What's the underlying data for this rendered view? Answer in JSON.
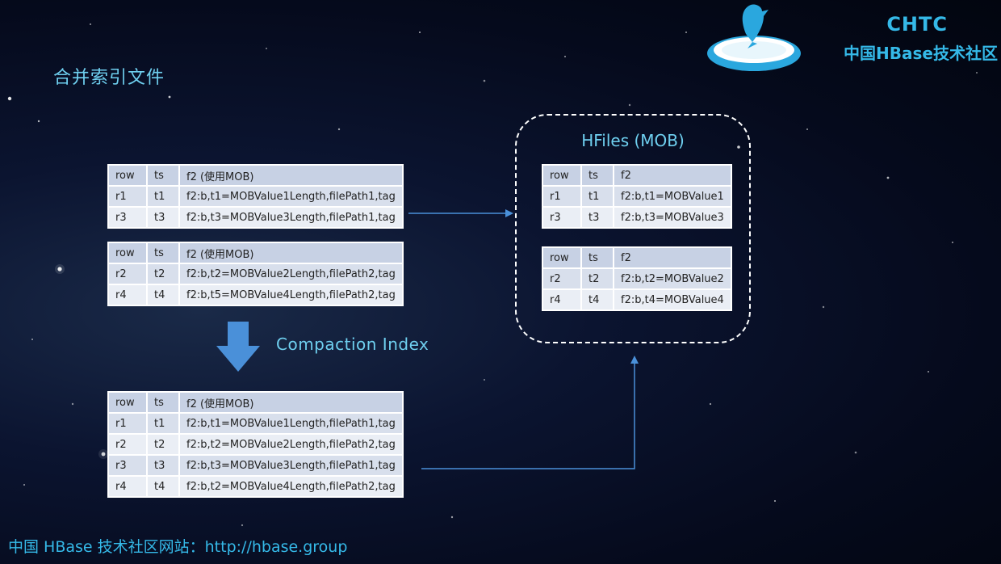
{
  "slide": {
    "title": "合并索引文件",
    "brand_name": "CHTC",
    "brand_sub": "中国HBase技术社区",
    "hfiles_title": "HFiles (MOB)",
    "compaction_label": "Compaction Index",
    "footer": "中国 HBase 技术社区网站：http://hbase.group"
  },
  "colors": {
    "accent": "#6fd0f0",
    "brand": "#35b9e8",
    "arrow": "#4a90d9"
  },
  "icons": {
    "down_arrow": "down-arrow-icon",
    "logo": "dolphin-logo-icon"
  },
  "table1": {
    "header": [
      "row",
      "ts",
      "f2 (使用MOB)"
    ],
    "rows": [
      [
        "r1",
        "t1",
        "f2:b,t1=MOBValue1Length,filePath1,tag"
      ],
      [
        "r3",
        "t3",
        "f2:b,t3=MOBValue3Length,filePath1,tag"
      ]
    ]
  },
  "table2": {
    "header": [
      "row",
      "ts",
      "f2 (使用MOB)"
    ],
    "rows": [
      [
        "r2",
        "t2",
        "f2:b,t2=MOBValue2Length,filePath2,tag"
      ],
      [
        "r4",
        "t4",
        "f2:b,t5=MOBValue4Length,filePath2,tag"
      ]
    ]
  },
  "table3": {
    "header": [
      "row",
      "ts",
      "f2 (使用MOB)"
    ],
    "rows": [
      [
        "r1",
        "t1",
        "f2:b,t1=MOBValue1Length,filePath1,tag"
      ],
      [
        "r2",
        "t2",
        "f2:b,t2=MOBValue2Length,filePath2,tag"
      ],
      [
        "r3",
        "t3",
        "f2:b,t3=MOBValue3Length,filePath1,tag"
      ],
      [
        "r4",
        "t4",
        "f2:b,t2=MOBValue4Length,filePath2,tag"
      ]
    ]
  },
  "hfile1": {
    "header": [
      "row",
      "ts",
      "f2"
    ],
    "rows": [
      [
        "r1",
        "t1",
        "f2:b,t1=MOBValue1"
      ],
      [
        "r3",
        "t3",
        "f2:b,t3=MOBValue3"
      ]
    ]
  },
  "hfile2": {
    "header": [
      "row",
      "ts",
      "f2"
    ],
    "rows": [
      [
        "r2",
        "t2",
        "f2:b,t2=MOBValue2"
      ],
      [
        "r4",
        "t4",
        "f2:b,t4=MOBValue4"
      ]
    ]
  }
}
